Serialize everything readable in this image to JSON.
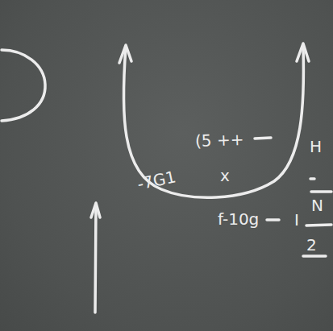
{
  "diagram": {
    "labels": [
      "(5 ++",
      "H",
      "-7G1",
      "x",
      "N",
      "f-10g",
      "I",
      "2"
    ]
  }
}
